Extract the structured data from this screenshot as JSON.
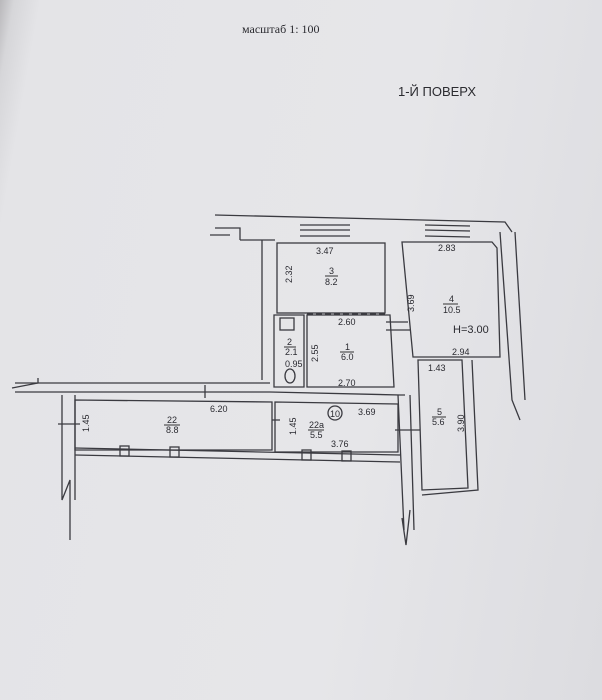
{
  "header": {
    "scale": "масштаб 1: 100",
    "floor": "1-Й ПОВЕРХ"
  },
  "ceiling_height": "H=3.00",
  "marker": "10",
  "rooms": {
    "r3": {
      "num": "3",
      "area": "8.2",
      "dims": [
        "3.47",
        "2.32"
      ]
    },
    "r4": {
      "num": "4",
      "area": "10.5",
      "dims": [
        "2.83",
        "3.69",
        "2.94"
      ]
    },
    "r1": {
      "num": "1",
      "area": "6.0",
      "dims": [
        "2.60",
        "2.55",
        "2.70"
      ]
    },
    "r2": {
      "num": "2",
      "area": "2.1",
      "dims": [
        "0.95"
      ]
    },
    "r22": {
      "num": "22",
      "area": "8.8",
      "dims": [
        "6.20",
        "1.45"
      ]
    },
    "r22a": {
      "num": "22а",
      "area": "5.5",
      "dims": [
        "3.69",
        "1.45",
        "3.76"
      ]
    },
    "r5": {
      "num": "5",
      "area": "5.6",
      "dims": [
        "1.43",
        "3.90"
      ]
    }
  }
}
